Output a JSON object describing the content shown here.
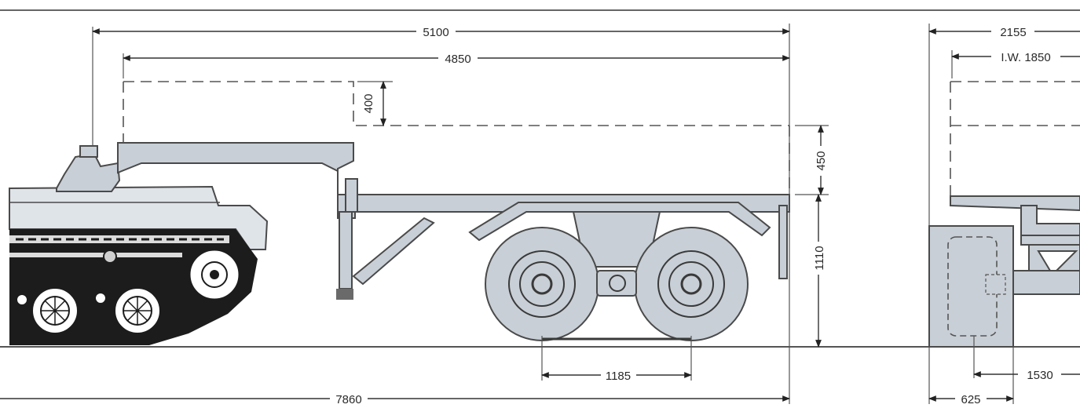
{
  "dimensions": {
    "overall_length": "5100",
    "deck_length": "4850",
    "load_height_top": "400",
    "side_height": "450",
    "deck_height": "1110",
    "axle_spacing": "1185",
    "total_length": "7860",
    "overall_width": "2155",
    "inner_width": "I.W. 1850",
    "track_width": "1530",
    "tyre_width": "625"
  }
}
